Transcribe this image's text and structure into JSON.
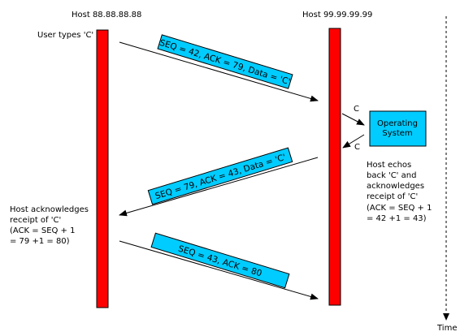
{
  "hosts": {
    "left": {
      "label": "Host 88.88.88.88"
    },
    "right": {
      "label": "Host 99.99.99.99"
    }
  },
  "time_label": "Time",
  "annotations": {
    "user_types": "User types 'C'",
    "host_echos": [
      "Host echos",
      "back 'C' and",
      "acknowledges",
      "receipt of 'C'",
      "(ACK = SEQ + 1",
      "= 42 +1 = 43)"
    ],
    "host_acknowledges": [
      "Host acknowledges",
      "receipt of 'C'",
      "(ACK = SEQ + 1",
      "= 79 +1 = 80)"
    ]
  },
  "os": {
    "label": [
      "Operating",
      "System"
    ],
    "char_in": "C",
    "char_out": "C"
  },
  "packets": [
    {
      "text": "SEQ = 42, ACK = 79, Data = 'C'"
    },
    {
      "text": "SEQ = 79, ACK = 43, Data = 'C'"
    },
    {
      "text": "SEQ = 43, ACK = 80"
    }
  ],
  "colors": {
    "timeline_bar": "#ff0000",
    "packet_fill": "#00ccff",
    "os_fill": "#00ccff",
    "line": "#000000"
  }
}
